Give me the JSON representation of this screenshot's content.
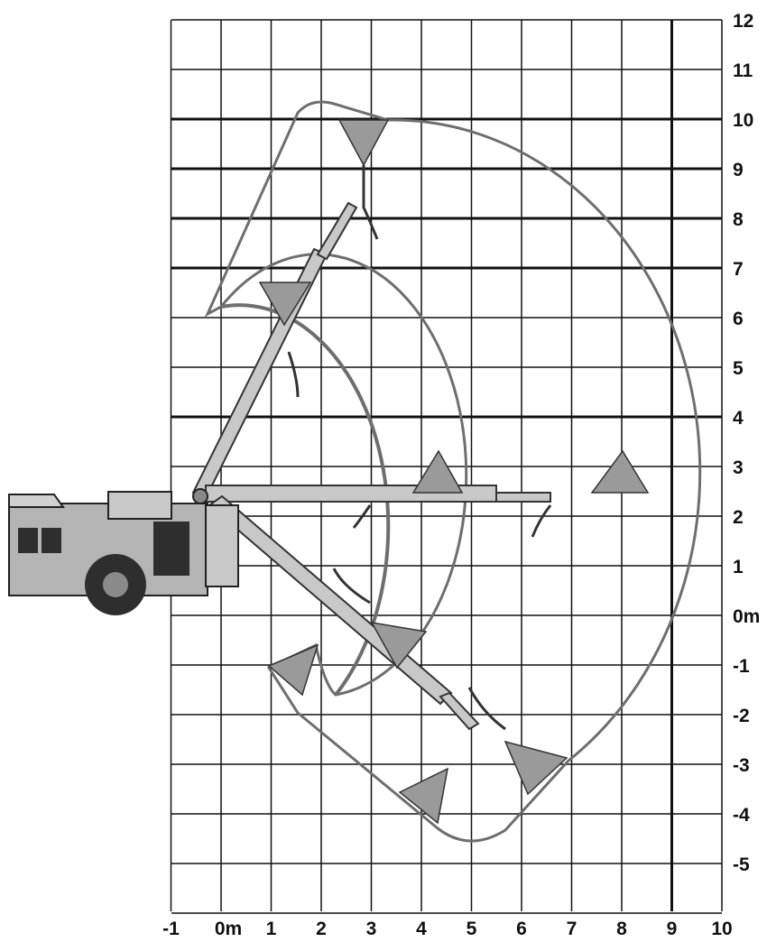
{
  "x_ticks": [
    "-1",
    "0m",
    "1",
    "2",
    "3",
    "4",
    "5",
    "6",
    "7",
    "8",
    "9",
    "10"
  ],
  "y_ticks": [
    "12",
    "11",
    "10",
    "9",
    "8",
    "7",
    "6",
    "5",
    "4",
    "3",
    "2",
    "1",
    "0m",
    "-1",
    "-2",
    "-3",
    "-4",
    "-5"
  ],
  "colors": {
    "grid": "#111111",
    "envelope_outline": "#6e6e6e",
    "nozzle_fill": "#9a9a9a",
    "boom_fill": "#c8c8c8",
    "truck_fill": "#b4b4b4",
    "truck_dark": "#2e2e2e"
  }
}
